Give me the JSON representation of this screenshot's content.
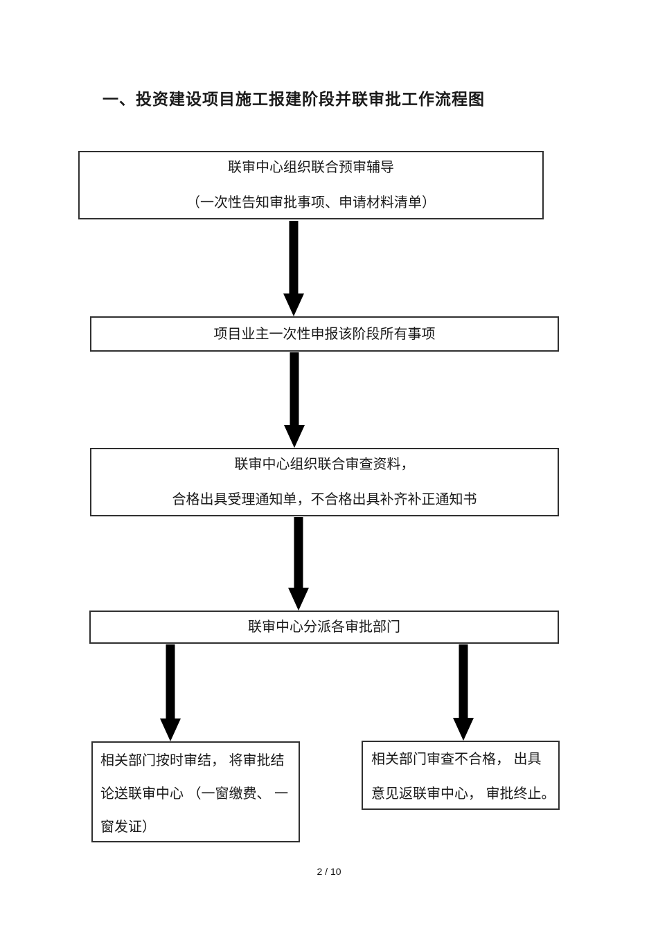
{
  "page": {
    "title": "一、投资建设项目施工报建阶段并联审批工作流程图",
    "footer": "2 / 10"
  },
  "flowchart": {
    "colors": {
      "border": "#303030",
      "arrow": "#000000",
      "text": "#1a1a1a",
      "background": "#ffffff"
    },
    "boxes": [
      {
        "name": "joint-review-center-pre-review-guidance",
        "lines": [
          "联审中心组织联合预审辅导",
          "（一次性告知审批事项、申请材料清单）"
        ]
      },
      {
        "name": "project-owner-one-time-declaration",
        "lines": [
          "项目业主一次性申报该阶段所有事项"
        ]
      },
      {
        "name": "joint-review-of-materials",
        "lines": [
          "联审中心组织联合审查资料，",
          "合格出具受理通知单，不合格出具补齐补正通知书"
        ]
      },
      {
        "name": "center-dispatches-departments",
        "lines": [
          "联审中心分派各审批部门"
        ]
      },
      {
        "name": "departments-conclude-on-time",
        "lines": [
          "相关部门按时审结， 将审批结",
          "论送联审中心 （一窗缴费、 一",
          "窗发证）"
        ]
      },
      {
        "name": "departments-review-failed",
        "lines": [
          "相关部门审查不合格， 出具",
          "意见返联审中心， 审批终止。"
        ]
      }
    ]
  }
}
